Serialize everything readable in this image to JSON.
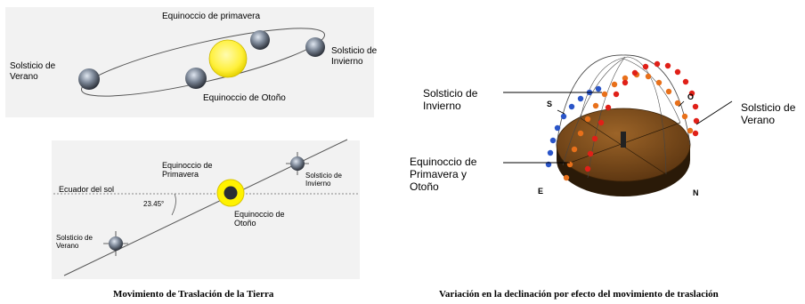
{
  "orbit_figure": {
    "labels": {
      "spring_equinox": "Equinoccio de primavera",
      "autumn_equinox": "Equinoccio de Otoño",
      "summer_solstice": "Solsticio de\nVerano",
      "winter_solstice": "Solsticio de\nInvierno"
    }
  },
  "ecliptic_figure": {
    "labels": {
      "sun_equator": "Ecuador del sol",
      "angle": "23.45°",
      "spring_equinox": "Equinoccio de\nPrimavera",
      "autumn_equinox": "Equinoccio de\nOtoño",
      "winter_solstice": "Solsticio de\nInvierno",
      "summer_solstice": "Solsticio de\nVerano"
    }
  },
  "sky_figure": {
    "labels": {
      "winter_solstice": "Solsticio de\nInvierno",
      "summer_solstice": "Solsticio de\nVerano",
      "equinoxes": "Equinoccio de\nPrimavera y\nOtoño",
      "south": "S",
      "west": "O",
      "east": "E",
      "north": "N"
    }
  },
  "captions": {
    "left": "Movimiento de Traslación de la Tierra",
    "right": "Variación en la declinación por efecto del movimiento de traslación"
  },
  "colors": {
    "sun": "#ffee33",
    "sun_ring": "#d8c400",
    "ground": "#7a4a1c",
    "winter_path": "#2a55c8",
    "summer_path": "#e02018"
  }
}
